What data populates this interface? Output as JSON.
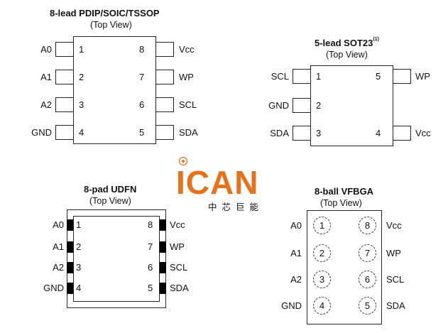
{
  "pdip": {
    "title": "8-lead PDIP/SOIC/TSSOP",
    "subtitle": "(Top View)",
    "left_pins": [
      {
        "label": "A0",
        "num": "1"
      },
      {
        "label": "A1",
        "num": "2"
      },
      {
        "label": "A2",
        "num": "3"
      },
      {
        "label": "GND",
        "num": "4"
      }
    ],
    "right_pins": [
      {
        "label": "Vcc",
        "num": "8"
      },
      {
        "label": "WP",
        "num": "7"
      },
      {
        "label": "SCL",
        "num": "6"
      },
      {
        "label": "SDA",
        "num": "5"
      }
    ]
  },
  "sot23": {
    "title": "5-lead SOT23",
    "title_note": "(1)",
    "subtitle": "(Top View)",
    "left_pins": [
      {
        "label": "SCL",
        "num": "1"
      },
      {
        "label": "GND",
        "num": "2"
      },
      {
        "label": "SDA",
        "num": "3"
      }
    ],
    "right_pins": [
      {
        "label": "WP",
        "num": "5"
      },
      {
        "label": "Vcc",
        "num": "4"
      }
    ]
  },
  "udfn": {
    "title": "8-pad UDFN",
    "subtitle": "(Top View)",
    "left_pins": [
      {
        "label": "A0",
        "num": "1"
      },
      {
        "label": "A1",
        "num": "2"
      },
      {
        "label": "A2",
        "num": "3"
      },
      {
        "label": "GND",
        "num": "4"
      }
    ],
    "right_pins": [
      {
        "label": "Vcc",
        "num": "8"
      },
      {
        "label": "WP",
        "num": "7"
      },
      {
        "label": "SCL",
        "num": "6"
      },
      {
        "label": "SDA",
        "num": "5"
      }
    ]
  },
  "vfbga": {
    "title": "8-ball VFBGA",
    "subtitle": "(Top View)",
    "left_balls": [
      {
        "label": "A0",
        "num": "1"
      },
      {
        "label": "A1",
        "num": "2"
      },
      {
        "label": "A2",
        "num": "3"
      },
      {
        "label": "GND",
        "num": "4"
      }
    ],
    "right_balls": [
      {
        "label": "Vcc",
        "num": "8"
      },
      {
        "label": "WP",
        "num": "7"
      },
      {
        "label": "SCL",
        "num": "6"
      },
      {
        "label": "SDA",
        "num": "5"
      }
    ]
  },
  "watermark": {
    "logo": "ICAN",
    "tagline": "中芯巨能",
    "color": "#e8711c"
  }
}
